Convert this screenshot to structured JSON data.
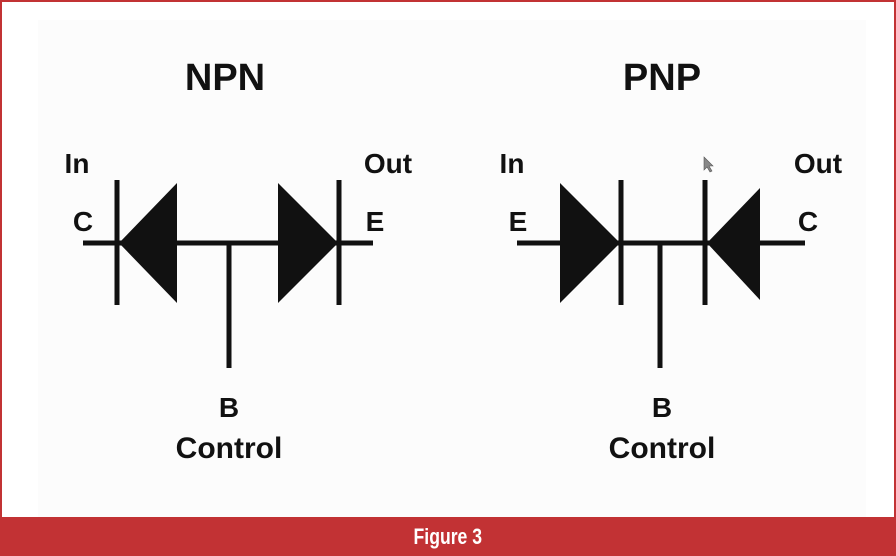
{
  "npn": {
    "title": "NPN",
    "in_label": "In",
    "out_label": "Out",
    "left_terminal": "C",
    "right_terminal": "E",
    "base": "B",
    "control": "Control"
  },
  "pnp": {
    "title": "PNP",
    "in_label": "In",
    "out_label": "Out",
    "left_terminal": "E",
    "right_terminal": "C",
    "base": "B",
    "control": "Control"
  },
  "caption": "Figure 3",
  "colors": {
    "accent": "#c23234",
    "ink": "#111111"
  }
}
